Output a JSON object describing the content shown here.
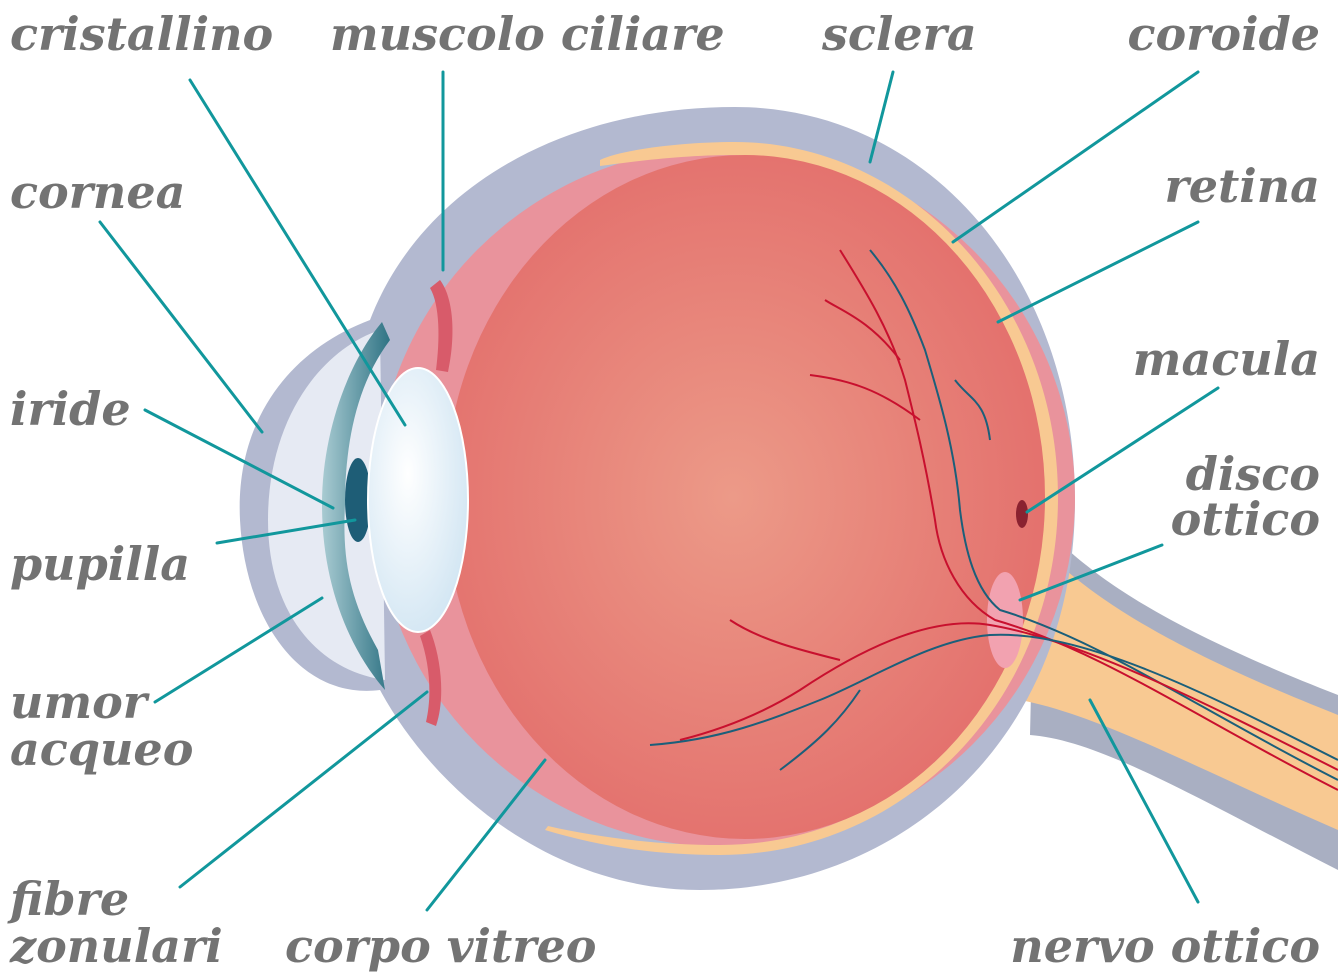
{
  "diagram": {
    "title": "",
    "labels": {
      "cristallino": "cristallino",
      "muscolo_ciliare": "muscolo ciliare",
      "sclera": "sclera",
      "coroide": "coroide",
      "cornea": "cornea",
      "retina": "retina",
      "iride": "iride",
      "macula": "macula",
      "disco_ottico_1": "disco",
      "disco_ottico_2": "ottico",
      "pupilla": "pupilla",
      "umor_acqueo_1": "umor",
      "umor_acqueo_2": "acqueo",
      "fibre_zonulari_1": "fibre",
      "fibre_zonulari_2": "zonulari",
      "corpo_vitreo": "corpo vitreo",
      "nervo_ottico": "nervo ottico"
    },
    "colors": {
      "label_text": "#737373",
      "leader_line": "#11979c",
      "sclera": "#b3b9d0",
      "coroide": "#e9939c",
      "retina_layer": "#f8c992",
      "vitreous": "#e67c74",
      "lens": "#e8f3fb",
      "iris": "#4f8d99",
      "cornea": "#dde2ee",
      "vessel_red": "#c8102e",
      "vessel_blue": "#1b5f7a"
    }
  }
}
